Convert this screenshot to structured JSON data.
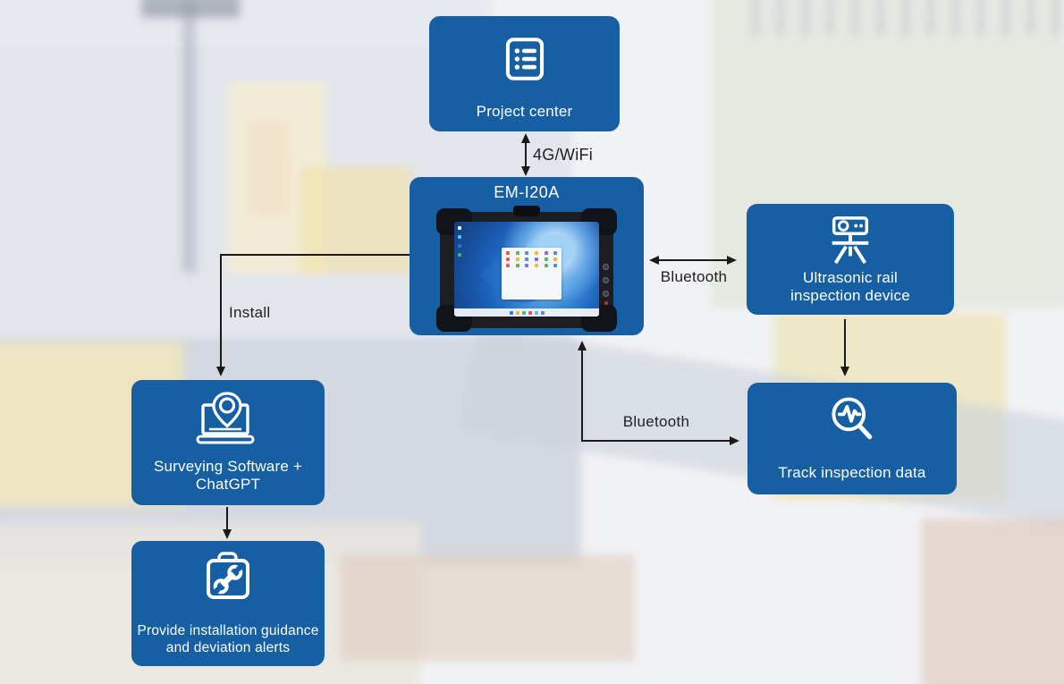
{
  "nodes": {
    "project_center": {
      "label": "Project center",
      "icon": "list-icon"
    },
    "em_tablet": {
      "title": "EM-I20A",
      "image": "rugged-tablet-windows11"
    },
    "ultrasonic": {
      "line1": "Ultrasonic rail",
      "line2": "inspection device",
      "icon": "tripod-scanner-icon"
    },
    "track_data": {
      "label": "Track inspection data",
      "icon": "waveform-magnifier-icon"
    },
    "surveying": {
      "line1": "Surveying Software +",
      "line2": "ChatGPT",
      "icon": "laptop-location-pin-icon"
    },
    "guidance": {
      "line1": "Provide installation guidance",
      "line2": "and deviation alerts",
      "icon": "toolbox-wrench-icon"
    }
  },
  "edges": {
    "project_em": {
      "label": "4G/WiFi",
      "type": "double-arrow-vertical"
    },
    "em_surveying": {
      "label": "Install",
      "type": "elbow-arrow-down"
    },
    "em_ultrasonic": {
      "label": "Bluetooth",
      "type": "double-arrow-horizontal"
    },
    "em_track": {
      "label": "Bluetooth",
      "type": "elbow-double-arrow"
    },
    "ultrasonic_track": {
      "label": "",
      "type": "arrow-down"
    },
    "surveying_guidance": {
      "label": "",
      "type": "arrow-down"
    }
  },
  "colors": {
    "node_blue": "#175fa3",
    "connector_black": "#1a1a1a",
    "icon_white": "#ffffff"
  }
}
